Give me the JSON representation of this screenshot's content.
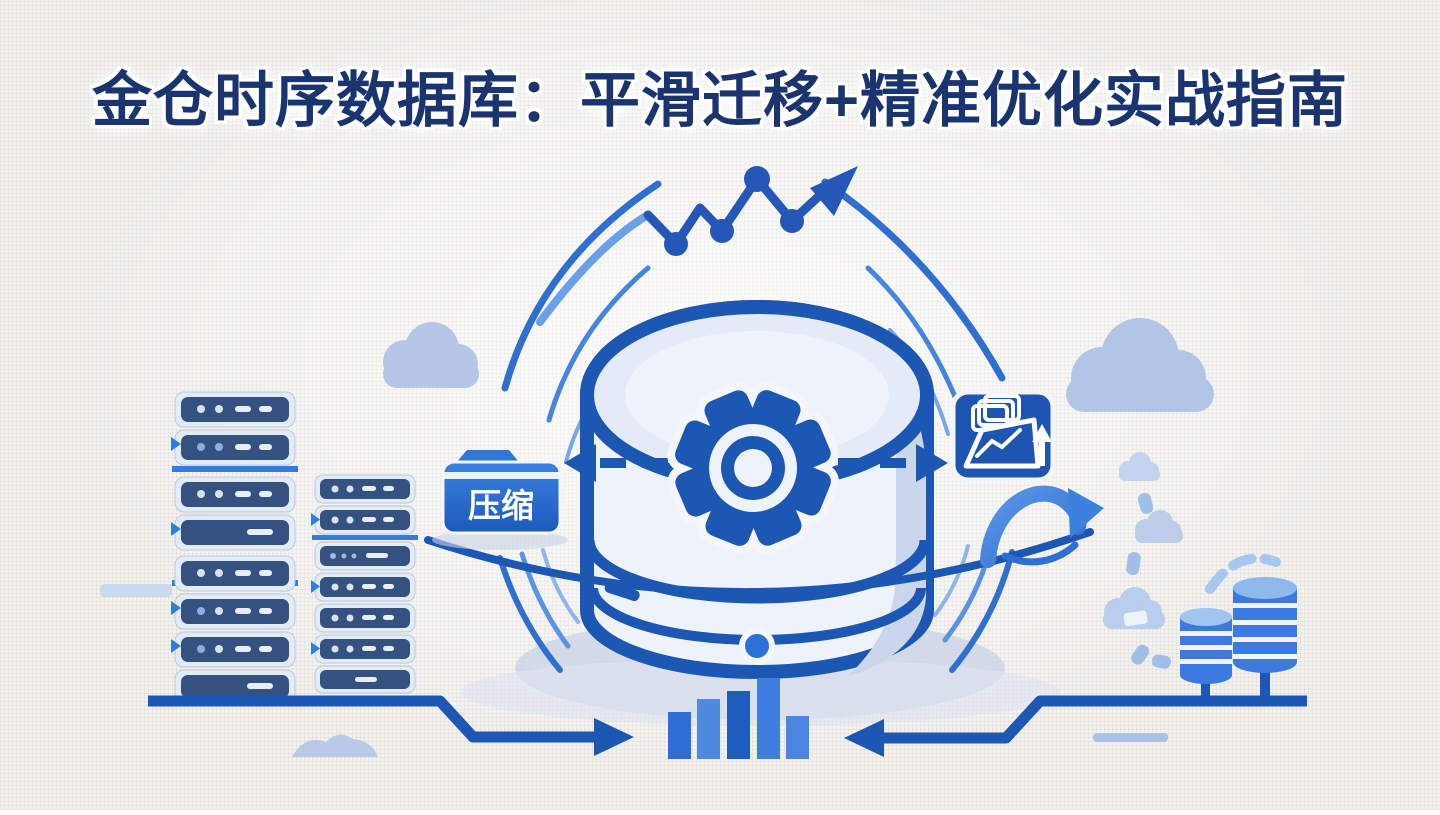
{
  "page": {
    "title": "金仓时序数据库：平滑迁移+精准优化实战指南"
  },
  "labels": {
    "compression_folder": "压缩"
  },
  "palette": {
    "title_navy": "#1a3470",
    "primary_outline_blue": "#1c57b4",
    "accent_bright_blue": "#2e7de0",
    "medium_blue": "#3b7ade",
    "light_cylinder_fill": "#eef2fb",
    "soft_cloud_blue": "#b6c6e6",
    "background_gray": "#f2f1ed"
  },
  "illustration": {
    "bar_chart": {
      "baseline": 759,
      "heights": [
        47,
        60,
        68,
        81,
        43
      ],
      "colors": [
        "#2f6fd3",
        "#4f8ae0",
        "#1f5cc0",
        "#3f7edd",
        "#4a85e2"
      ]
    },
    "left_server_racks": {
      "rack_count": 2,
      "units_per_rack": [
        8,
        7
      ]
    },
    "right_database_cylinders": 2
  }
}
